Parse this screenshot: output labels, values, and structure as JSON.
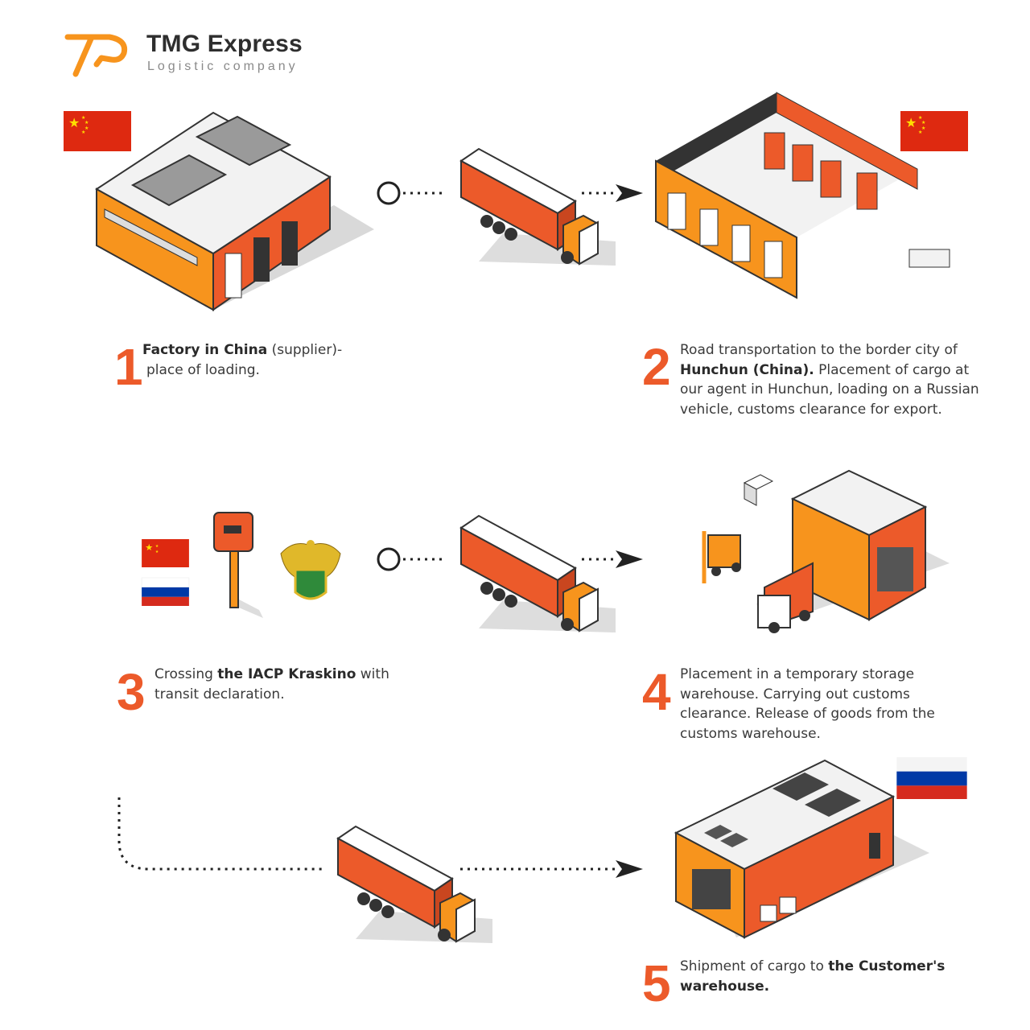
{
  "brand": {
    "name": "TMG Express",
    "tagline": "Logistic company"
  },
  "colors": {
    "accent": "#ec5a2a",
    "orange": "#f7941d",
    "red_flag": "#de2910",
    "ru_blue": "#0039a6",
    "ru_red": "#d52b1e"
  },
  "icons": [
    "logo-icon",
    "china-flag-icon",
    "russia-flag-icon",
    "factory-icon",
    "truck-icon",
    "warehouse-icon",
    "border-sign-icon",
    "customs-emblem-icon",
    "storage-warehouse-icon",
    "customer-warehouse-icon",
    "arrow-right-icon"
  ],
  "steps": [
    {
      "number": "1",
      "parts": [
        {
          "text": "Factory in China",
          "bold": true
        },
        {
          "text": " (supplier)-",
          "bold": false
        },
        {
          "text": "place of loading.",
          "bold": false
        }
      ]
    },
    {
      "number": "2",
      "parts": [
        {
          "text": "Road transportation to the border city of ",
          "bold": false
        },
        {
          "text": "Hunchun (China).",
          "bold": true
        },
        {
          "text": " Placement of cargo at our agent in Hunchun, loading on a Russian vehicle, customs clearance for export.",
          "bold": false
        }
      ]
    },
    {
      "number": "3",
      "parts": [
        {
          "text": "Crossing ",
          "bold": false
        },
        {
          "text": "the IACP Kraskino",
          "bold": true
        },
        {
          "text": " with transit declaration.",
          "bold": false
        }
      ]
    },
    {
      "number": "4",
      "parts": [
        {
          "text": "Placement in a temporary storage warehouse. Carrying out customs clearance. Release of goods from the customs warehouse.",
          "bold": false
        }
      ]
    },
    {
      "number": "5",
      "parts": [
        {
          "text": "Shipment of cargo to ",
          "bold": false
        },
        {
          "text": "the Customer's warehouse.",
          "bold": true
        }
      ]
    }
  ]
}
